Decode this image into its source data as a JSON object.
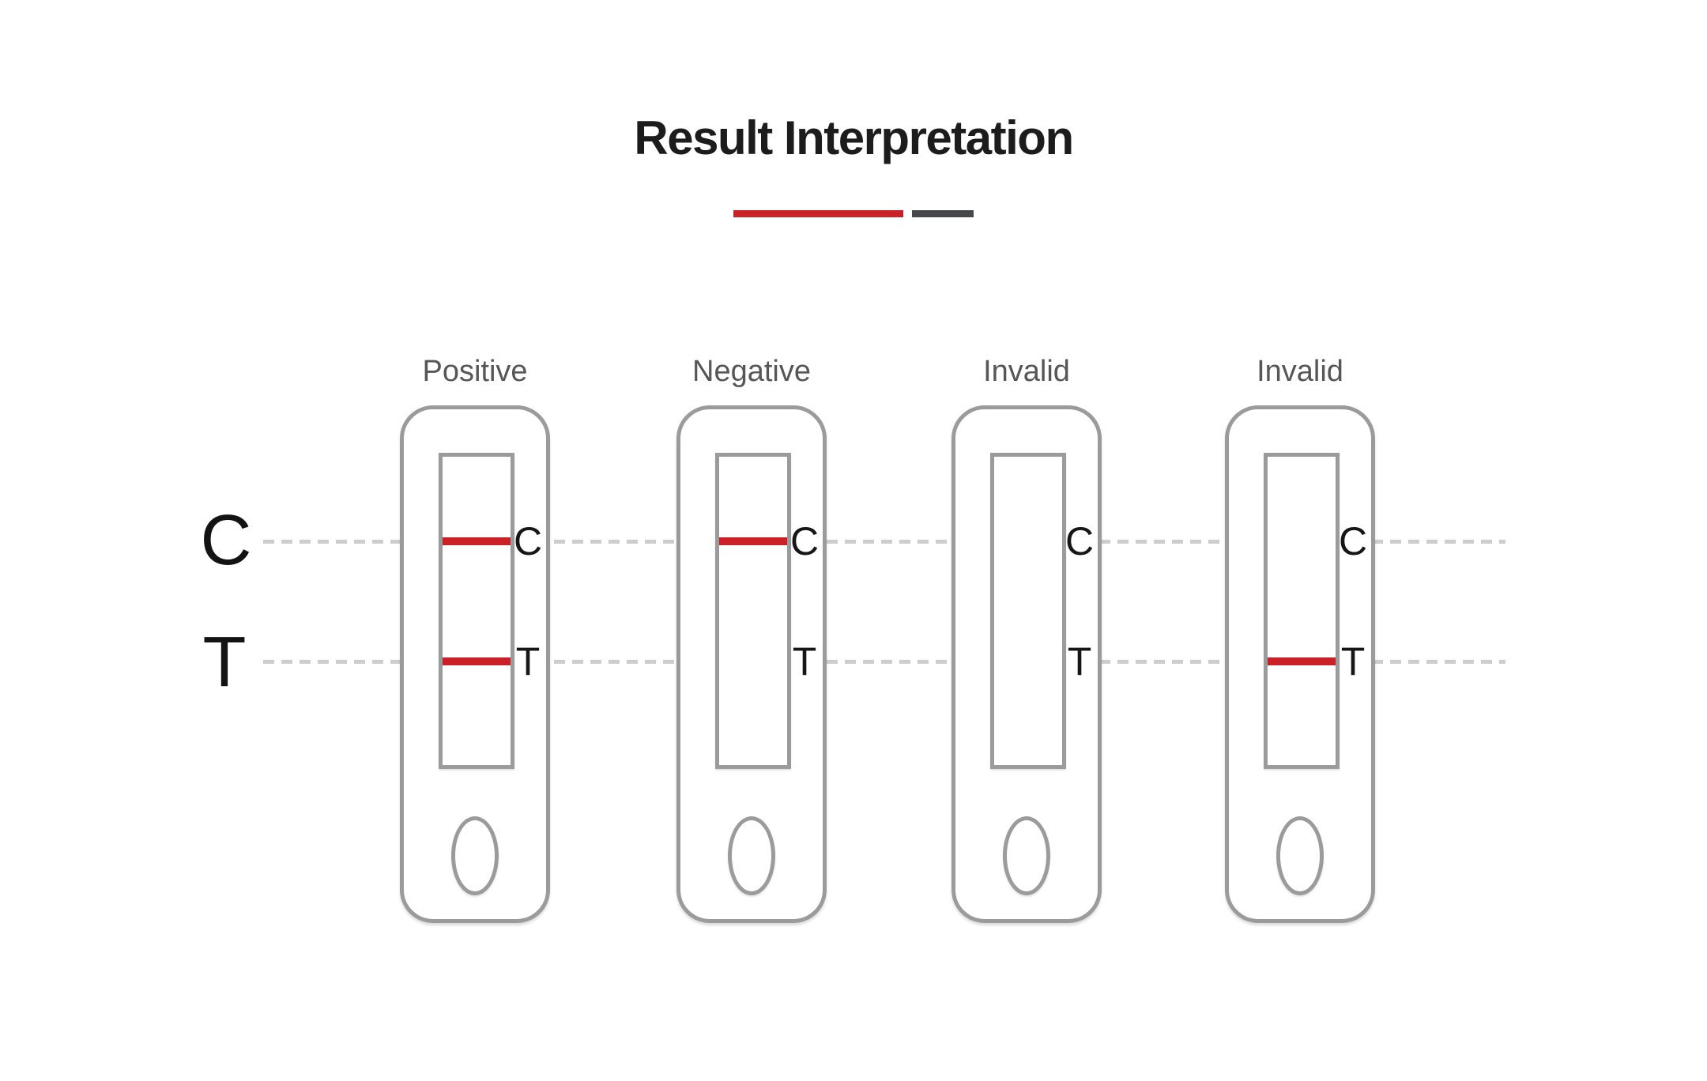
{
  "title": "Result Interpretation",
  "accent_bars": {
    "red": "#c92127",
    "dark": "#46494b"
  },
  "row_labels": {
    "control": "C",
    "test": "T"
  },
  "cassettes": [
    {
      "label": "Positive",
      "control_letter": "C",
      "test_letter": "T",
      "control_line": true,
      "test_line": true
    },
    {
      "label": "Negative",
      "control_letter": "C",
      "test_letter": "T",
      "control_line": true,
      "test_line": false
    },
    {
      "label": "Invalid",
      "control_letter": "C",
      "test_letter": "T",
      "control_line": false,
      "test_line": false
    },
    {
      "label": "Invalid",
      "control_letter": "C",
      "test_letter": "T",
      "control_line": false,
      "test_line": true
    }
  ],
  "colors": {
    "line_red": "#c92127",
    "cassette_border": "#9b9b9b",
    "dashed_guide": "#cdcdcd",
    "label_gray": "#565656",
    "text_black": "#161616"
  }
}
